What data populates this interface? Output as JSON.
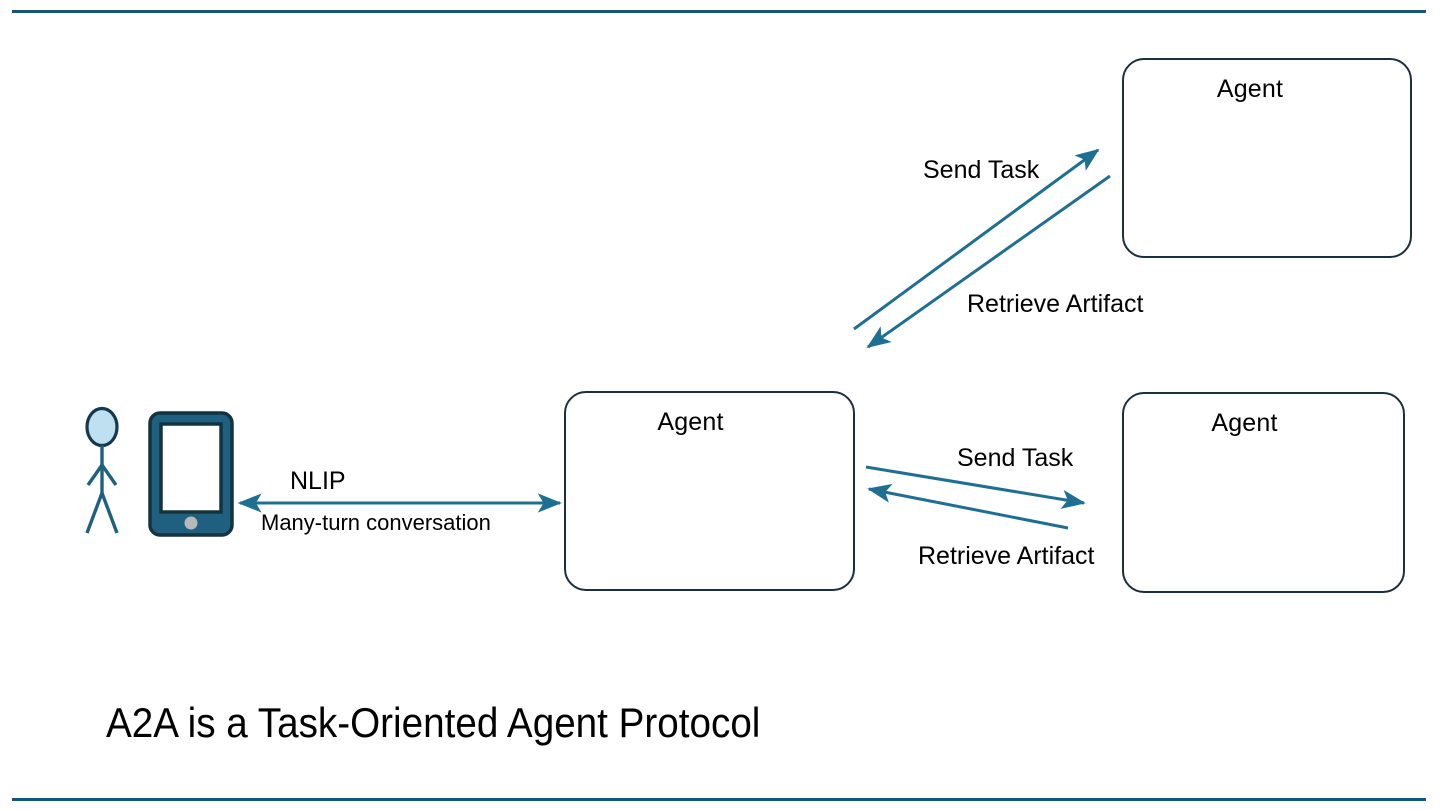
{
  "slide": {
    "title": "A2A is a Task-Oriented Agent Protocol",
    "accent_color": "#14577d",
    "connector_color": "#1f6f93",
    "box_border_color": "#1b2f3d",
    "device_color": "#1f6080",
    "head_fill_color": "#bfe0f0"
  },
  "nodes": {
    "agent_top": {
      "label": "Agent"
    },
    "agent_middle": {
      "label": "Agent"
    },
    "agent_bottom": {
      "label": "Agent"
    },
    "user": {
      "icon": "stick-figure-person-icon"
    },
    "device": {
      "icon": "tablet-device-icon"
    }
  },
  "edges": {
    "user_to_agent": {
      "label_above": "NLIP",
      "label_below": "Many-turn conversation",
      "direction": "bidirectional"
    },
    "agent_to_top_agent": {
      "label_send": "Send Task",
      "label_retrieve": "Retrieve Artifact"
    },
    "agent_to_bottom_agent": {
      "label_send": "Send Task",
      "label_retrieve": "Retrieve Artifact"
    }
  }
}
